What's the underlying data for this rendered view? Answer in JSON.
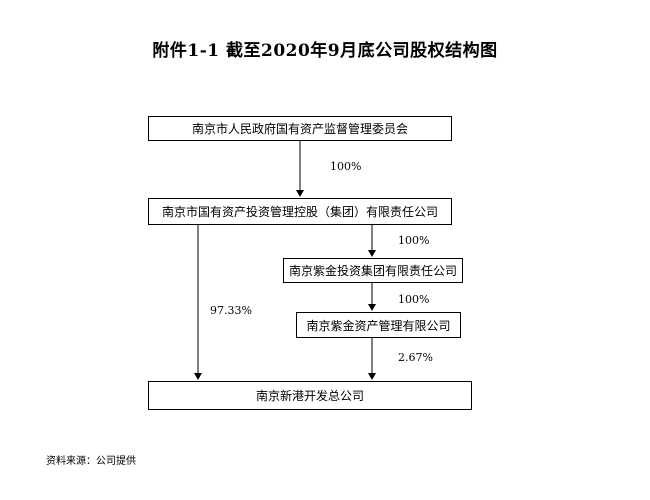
{
  "title": "附件1-1    截至2020年9月底公司股权结构图",
  "entities": {
    "commission": "南京市人民政府国有资产监督管理委员会",
    "holding": "南京市国有资产投资管理控股（集团）有限责任公司",
    "zijin_invest": "南京紫金投资集团有限责任公司",
    "zijin_asset": "南京紫金资产管理有限公司",
    "xingang": "南京新港开发总公司"
  },
  "percentages": {
    "commission_to_holding": "100%",
    "holding_to_zijin_invest": "100%",
    "zijin_invest_to_zijin_asset": "100%",
    "holding_to_xingang": "97.33%",
    "zijin_asset_to_xingang": "2.67%"
  },
  "source": "资料来源：公司提供"
}
